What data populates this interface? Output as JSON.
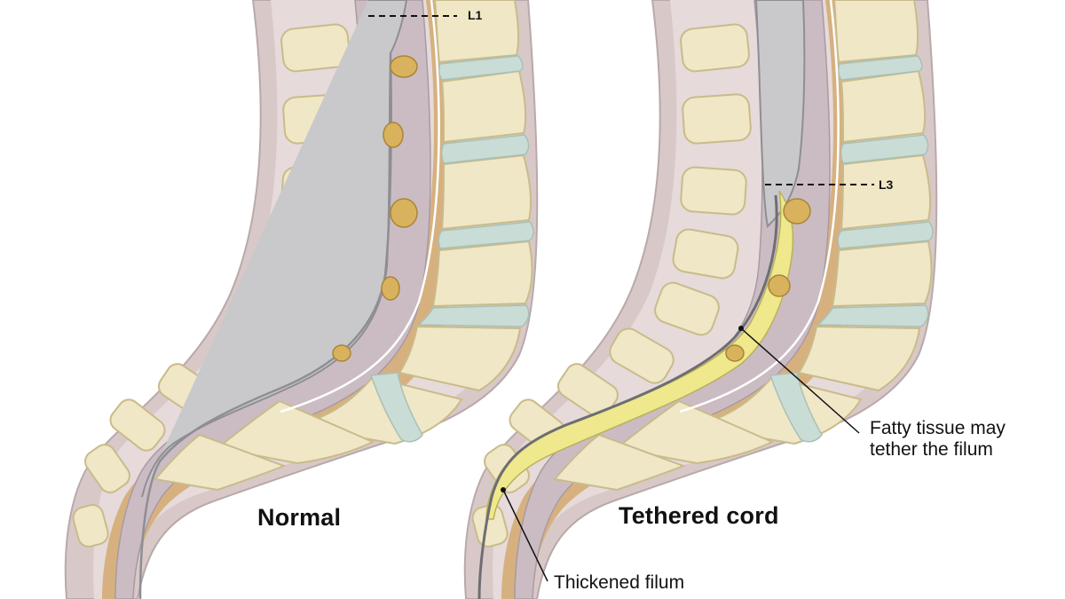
{
  "panels": {
    "normal": {
      "title": "Normal",
      "level_label": "L1"
    },
    "tethered": {
      "title": "Tethered cord",
      "level_label": "L3",
      "callouts": {
        "fatty_tissue_line1": "Fatty tissue may",
        "fatty_tissue_line2": "tether the filum",
        "thickened_filum": "Thickened filum"
      }
    }
  },
  "colors": {
    "skin": "#d8c9c8",
    "skin_edge": "#b9a9aa",
    "back_muscle": "#e6dada",
    "bone": "#efe7c6",
    "bone_edge": "#c9bb8a",
    "disc": "#c9dcd5",
    "fat": "#d6b17f",
    "dura": "#cbbcc3",
    "cord": "#c9c9cc",
    "fatty_tissue": "#efe88c"
  }
}
